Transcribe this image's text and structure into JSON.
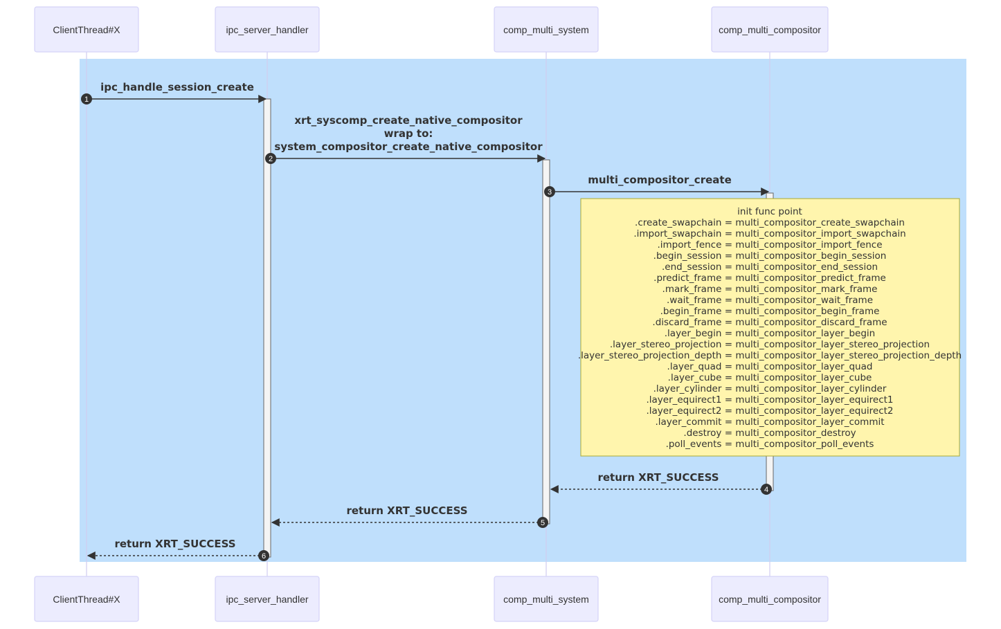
{
  "participants": [
    {
      "id": "client",
      "label": "ClientThread#X"
    },
    {
      "id": "ipc",
      "label": "ipc_server_handler"
    },
    {
      "id": "system",
      "label": "comp_multi_system"
    },
    {
      "id": "compositor",
      "label": "comp_multi_compositor"
    }
  ],
  "messages": [
    {
      "seq": "1",
      "lines": [
        "ipc_handle_session_create"
      ]
    },
    {
      "seq": "2",
      "lines": [
        "xrt_syscomp_create_native_compositor",
        "wrap to:",
        "system_compositor_create_native_compositor"
      ]
    },
    {
      "seq": "3",
      "lines": [
        "multi_compositor_create"
      ]
    },
    {
      "seq": "4",
      "lines": [
        "return XRT_SUCCESS"
      ]
    },
    {
      "seq": "5",
      "lines": [
        "return XRT_SUCCESS"
      ]
    },
    {
      "seq": "6",
      "lines": [
        "return XRT_SUCCESS"
      ]
    }
  ],
  "note": {
    "lines": [
      "init func point",
      ".create_swapchain = multi_compositor_create_swapchain",
      ".import_swapchain = multi_compositor_import_swapchain",
      ".import_fence = multi_compositor_import_fence",
      ".begin_session = multi_compositor_begin_session",
      ".end_session = multi_compositor_end_session",
      ".predict_frame = multi_compositor_predict_frame",
      ".mark_frame = multi_compositor_mark_frame",
      ".wait_frame = multi_compositor_wait_frame",
      ".begin_frame = multi_compositor_begin_frame",
      ".discard_frame = multi_compositor_discard_frame",
      ".layer_begin = multi_compositor_layer_begin",
      ".layer_stereo_projection = multi_compositor_layer_stereo_projection",
      ".layer_stereo_projection_depth = multi_compositor_layer_stereo_projection_depth",
      ".layer_quad = multi_compositor_layer_quad",
      ".layer_cube = multi_compositor_layer_cube",
      ".layer_cylinder = multi_compositor_layer_cylinder",
      ".layer_equirect1 = multi_compositor_layer_equirect1",
      ".layer_equirect2 = multi_compositor_layer_equirect2",
      ".layer_commit = multi_compositor_layer_commit",
      ".destroy = multi_compositor_destroy",
      ".poll_events = multi_compositor_poll_events"
    ]
  },
  "colors": {
    "highlight_rect": "#bfdffc",
    "note_fill": "#fff5ad",
    "actor_fill": "#ececfe"
  }
}
